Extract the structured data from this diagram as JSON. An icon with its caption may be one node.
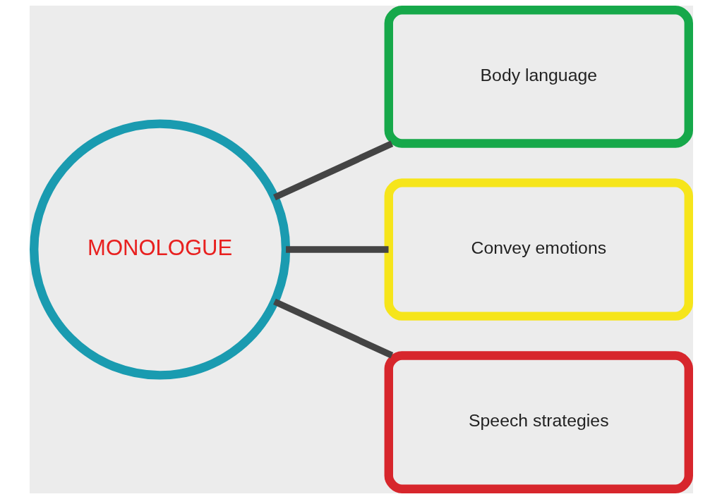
{
  "diagram": {
    "nodes": [
      {
        "text": [
          "MONOLOGUE"
        ]
      },
      {
        "text": [
          "Body language"
        ]
      },
      {
        "text": [
          "Convey emotions"
        ]
      },
      {
        "text": [
          "Speech strategies"
        ]
      }
    ],
    "edges": [
      {
        "from": 0,
        "to": 1,
        "arrow": "none"
      },
      {
        "from": 0,
        "to": 2,
        "arrow": "none"
      },
      {
        "from": 0,
        "to": 3,
        "arrow": "none"
      }
    ]
  }
}
